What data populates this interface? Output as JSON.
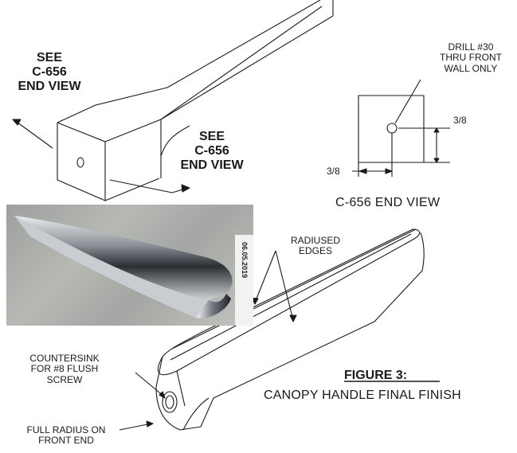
{
  "labels": {
    "see_view_1": "SEE\nC-656\nEND VIEW",
    "see_view_2": "SEE\nC-656\nEND VIEW",
    "drill_note": "DRILL #30\nTHRU FRONT\nWALL ONLY",
    "dim_vertical": "3/8",
    "dim_horizontal": "3/8",
    "end_view_title": "C-656 END VIEW",
    "radiused_edges": "RADIUSED\nEDGES",
    "countersink": "COUNTERSINK\nFOR #8 FLUSH\nSCREW",
    "full_radius": "FULL RADIUS ON\nFRONT END",
    "figure_number": "FIGURE 3:",
    "figure_caption": "CANOPY HANDLE FINAL FINISH",
    "photo_date": "06.05.2019"
  },
  "colors": {
    "line": "#1a1a1a",
    "photo_background": "#a8aaa6",
    "metal_dark": "#2b2e33",
    "metal_light": "#e9ecef"
  }
}
